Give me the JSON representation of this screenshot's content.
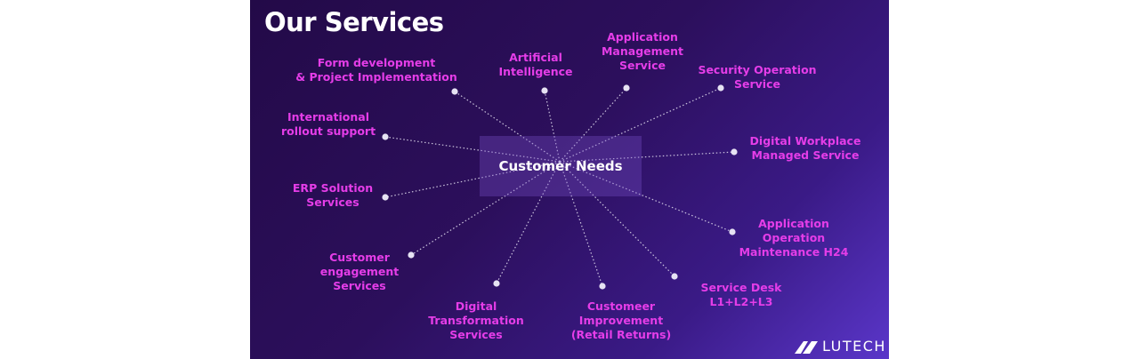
{
  "title": "Our Services",
  "center": "Customer Needs",
  "colors": {
    "accent": "#e53de8",
    "dot": "#e6e2f3",
    "background": "#230a48"
  },
  "services": [
    {
      "id": "form-development",
      "lines": [
        "Form development",
        "& Project Implementation"
      ]
    },
    {
      "id": "artificial-intelligence",
      "lines": [
        "Artificial",
        "Intelligence"
      ]
    },
    {
      "id": "application-management",
      "lines": [
        "Application",
        "Management",
        "Service"
      ]
    },
    {
      "id": "security-operation",
      "lines": [
        "Security Operation",
        "Service"
      ]
    },
    {
      "id": "international-rollout",
      "lines": [
        "International",
        "rollout support"
      ]
    },
    {
      "id": "digital-workplace",
      "lines": [
        "Digital Workplace",
        "Managed Service"
      ]
    },
    {
      "id": "erp-solution",
      "lines": [
        "ERP Solution",
        "Services"
      ]
    },
    {
      "id": "application-operation",
      "lines": [
        "Application",
        "Operation",
        "Maintenance H24"
      ]
    },
    {
      "id": "customer-engagement",
      "lines": [
        "Customer",
        "engagement",
        "Services"
      ]
    },
    {
      "id": "service-desk",
      "lines": [
        "Service Desk",
        "L1+L2+L3"
      ]
    },
    {
      "id": "digital-transformation",
      "lines": [
        "Digital",
        "Transformation",
        "Services"
      ]
    },
    {
      "id": "customer-improvement",
      "lines": [
        "Customeer",
        "Improvement",
        "(Retail Returns)"
      ]
    }
  ],
  "logo": {
    "text": "LUTECH",
    "icon": "lutech-logo-icon"
  }
}
